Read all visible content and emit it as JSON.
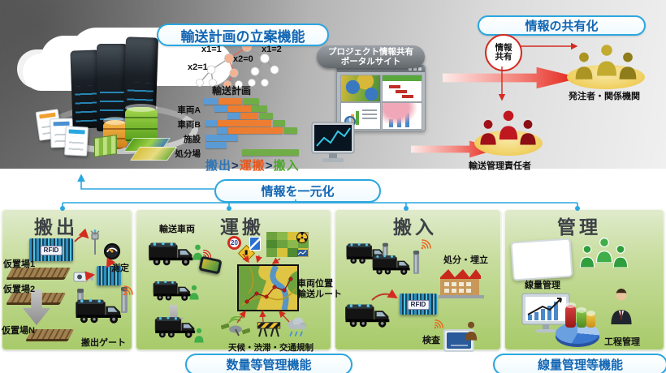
{
  "header": {
    "planning_title": "輸送計画の立案機能",
    "sharing_title": "情報の共有化",
    "portal_title_1": "プロジェクト情報共有",
    "portal_title_2": "ポータルサイト",
    "share_bubble_1": "情報",
    "share_bubble_2": "共有",
    "client_label": "発注者・関係機関",
    "manager_label": "輸送管理責任者"
  },
  "tree": {
    "labels": {
      "l1": "x1=1",
      "l2": "x1=2",
      "l3": "x2=0",
      "l4": "x2=1"
    },
    "caption": "輸送計画"
  },
  "chart_data": {
    "type": "gantt",
    "title": "輸送計画",
    "palette": {
      "blue": "#5b9bd5",
      "orange": "#ed7d31",
      "green": "#70ad47"
    },
    "legend": [
      {
        "label": "搬出",
        "color": "#2e75b6"
      },
      {
        "label": "運搬",
        "color": "#e8581c"
      },
      {
        "label": "搬入",
        "color": "#4ea72e"
      }
    ],
    "legend_separator": ">",
    "legend_separator_color": "#1f3864",
    "rows": [
      {
        "label": "",
        "bars": [
          {
            "color": "blue",
            "start": 0,
            "len": 18
          },
          {
            "color": "orange",
            "start": 18,
            "len": 29
          },
          {
            "color": "green",
            "start": 48,
            "len": 20
          }
        ]
      },
      {
        "label": "車両A",
        "bars": [
          {
            "color": "blue",
            "start": 13,
            "len": 16
          },
          {
            "color": "orange",
            "start": 29,
            "len": 30
          },
          {
            "color": "green",
            "start": 59,
            "len": 19
          }
        ]
      },
      {
        "label": "",
        "bars": [
          {
            "color": "blue",
            "start": 29,
            "len": 16
          },
          {
            "color": "orange",
            "start": 45,
            "len": 22
          },
          {
            "color": "green",
            "start": 68,
            "len": 17
          }
        ]
      },
      {
        "label": "車両B",
        "bars": [
          {
            "color": "blue",
            "start": 2,
            "len": 15
          },
          {
            "color": "orange",
            "start": 17,
            "len": 66
          },
          {
            "color": "green",
            "start": 85,
            "len": 15
          }
        ]
      },
      {
        "label": "",
        "bars": [
          {
            "color": "blue",
            "start": 16,
            "len": 14
          },
          {
            "color": "orange",
            "start": 30,
            "len": 67
          },
          {
            "color": "green",
            "start": 98,
            "len": 17
          }
        ]
      },
      {
        "label": "施設",
        "bars": [
          {
            "color": "blue",
            "start": 2,
            "len": 40
          }
        ]
      },
      {
        "label": "",
        "bars": [
          {
            "color": "blue",
            "start": 2,
            "len": 26
          }
        ]
      },
      {
        "label": "処分場",
        "bars": [
          {
            "color": "green",
            "start": 47,
            "len": 70
          }
        ]
      }
    ]
  },
  "unify_label": "情報を一元化",
  "panels": {
    "carry_out": {
      "title": "搬出",
      "rfid": "RFID",
      "measure": "測定",
      "yard1": "仮置場1",
      "yard2": "仮置場2",
      "yardN": "仮置場N",
      "gate": "搬出ゲート"
    },
    "transport": {
      "title": "運搬",
      "vehicles": "輸送車両",
      "speed_sign": "20",
      "map_label_1": "車両位置",
      "map_label_2": "輸送ルート",
      "conditions": "天候・渋滞・交通規制"
    },
    "carry_in": {
      "title": "搬入",
      "disposal": "処分・埋立",
      "rfid": "RFID",
      "inspection": "検査"
    },
    "management": {
      "title": "管理",
      "dose": "線量管理",
      "process": "工程管理"
    }
  },
  "footer": {
    "quantity_pill": "数量等管理機能",
    "dose_pill": "線量管理等機能"
  },
  "colors": {
    "pill_border": "#2aa7e0",
    "pill_text": "#1266b3",
    "red_arrow": "#e11d12",
    "panel_green": "#a7ca69",
    "bar_blue": "#5b9bd5",
    "bar_orange": "#ed7d31",
    "bar_green": "#70ad47"
  },
  "icons": {
    "top": [
      "cloud-icon",
      "server-icon",
      "documents-icon",
      "database-icon",
      "cube-icon",
      "map-layers-icon",
      "tree-diagram-icon",
      "monitor-icon",
      "portal-window-icon"
    ],
    "sharing": [
      "share-bubble-icon",
      "client-group-icon",
      "manager-group-icon",
      "big-red-arrow-icon"
    ],
    "carry_out": [
      "rfid-container-icon",
      "sensor-icon",
      "gauge-icon",
      "camera-icon",
      "pallet-icon",
      "down-arrow-icon",
      "truck-icon",
      "gate-icon",
      "wifi-icon"
    ],
    "transport": [
      "truck-icon",
      "person-icon",
      "smartphone-icon",
      "speed-sign-icon",
      "crossing-sign-icon",
      "regulation-sign-icon",
      "radiation-map-icon",
      "route-map-icon",
      "satellite-icon",
      "barrier-icon",
      "rain-cloud-icon",
      "down-arrow-icon"
    ],
    "carry_in": [
      "truck-icon",
      "gate-icon",
      "wifi-icon",
      "factory-icon",
      "rfid-container-icon",
      "tablet-icon",
      "inspector-icon"
    ],
    "management": [
      "tablet-icon",
      "worker-group-icon",
      "monitor-chart-icon",
      "bar-cylinders-icon",
      "pie-chart-icon",
      "manager-icon"
    ]
  }
}
